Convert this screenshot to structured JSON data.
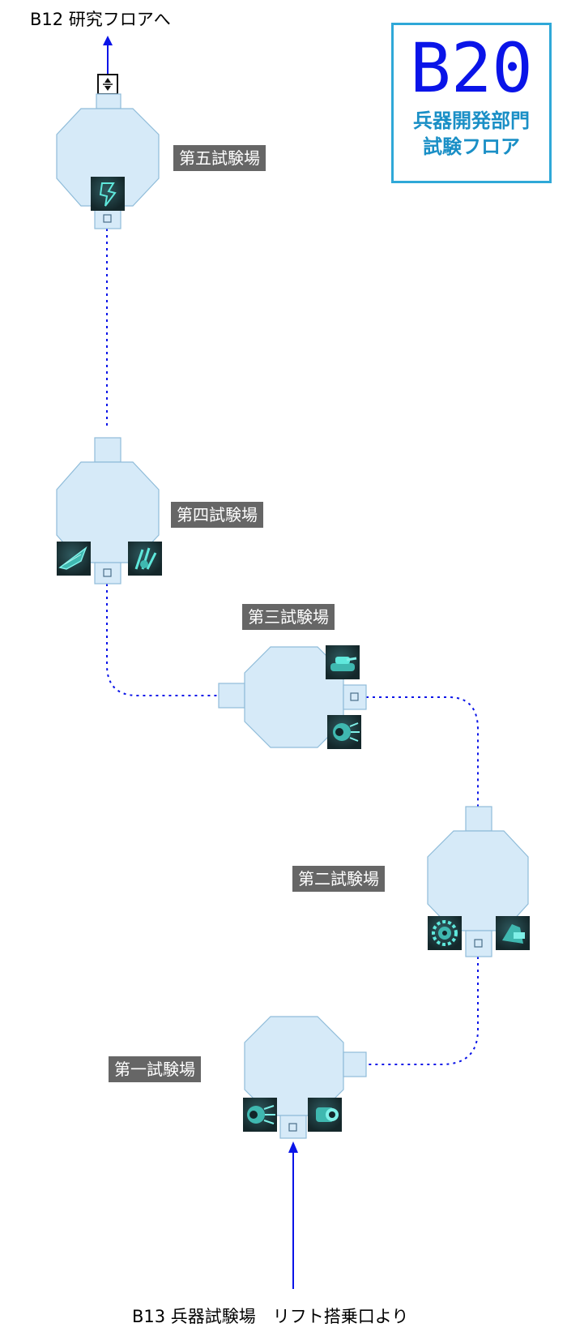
{
  "floor": {
    "code": "B20",
    "name_line1": "兵器開発部門",
    "name_line2": "試験フロア"
  },
  "exits": {
    "up": "B12 研究フロアへ",
    "down": "B13 兵器試験場　リフト搭乗口より"
  },
  "rooms": [
    {
      "id": "r5",
      "label": "第五試験場",
      "icons": [
        "sword-weapon-icon"
      ]
    },
    {
      "id": "r4",
      "label": "第四試験場",
      "icons": [
        "blade-weapon-icon",
        "claw-weapon-icon"
      ]
    },
    {
      "id": "r3",
      "label": "第三試験場",
      "icons": [
        "tank-weapon-icon",
        "eye-orb-weapon-icon"
      ]
    },
    {
      "id": "r2",
      "label": "第二試験場",
      "icons": [
        "saw-weapon-icon",
        "cannon-weapon-icon"
      ]
    },
    {
      "id": "r1",
      "label": "第一試験場",
      "icons": [
        "eye-orb-weapon-icon",
        "cannon-weapon-icon"
      ]
    }
  ],
  "colors": {
    "room_fill": "#d6eaf8",
    "room_stroke": "#8fbcd9",
    "path": "#0a14e8",
    "label_bg": "#666666",
    "floor_border": "#2fa8d8",
    "icon_glow": "#5fe8dc"
  }
}
